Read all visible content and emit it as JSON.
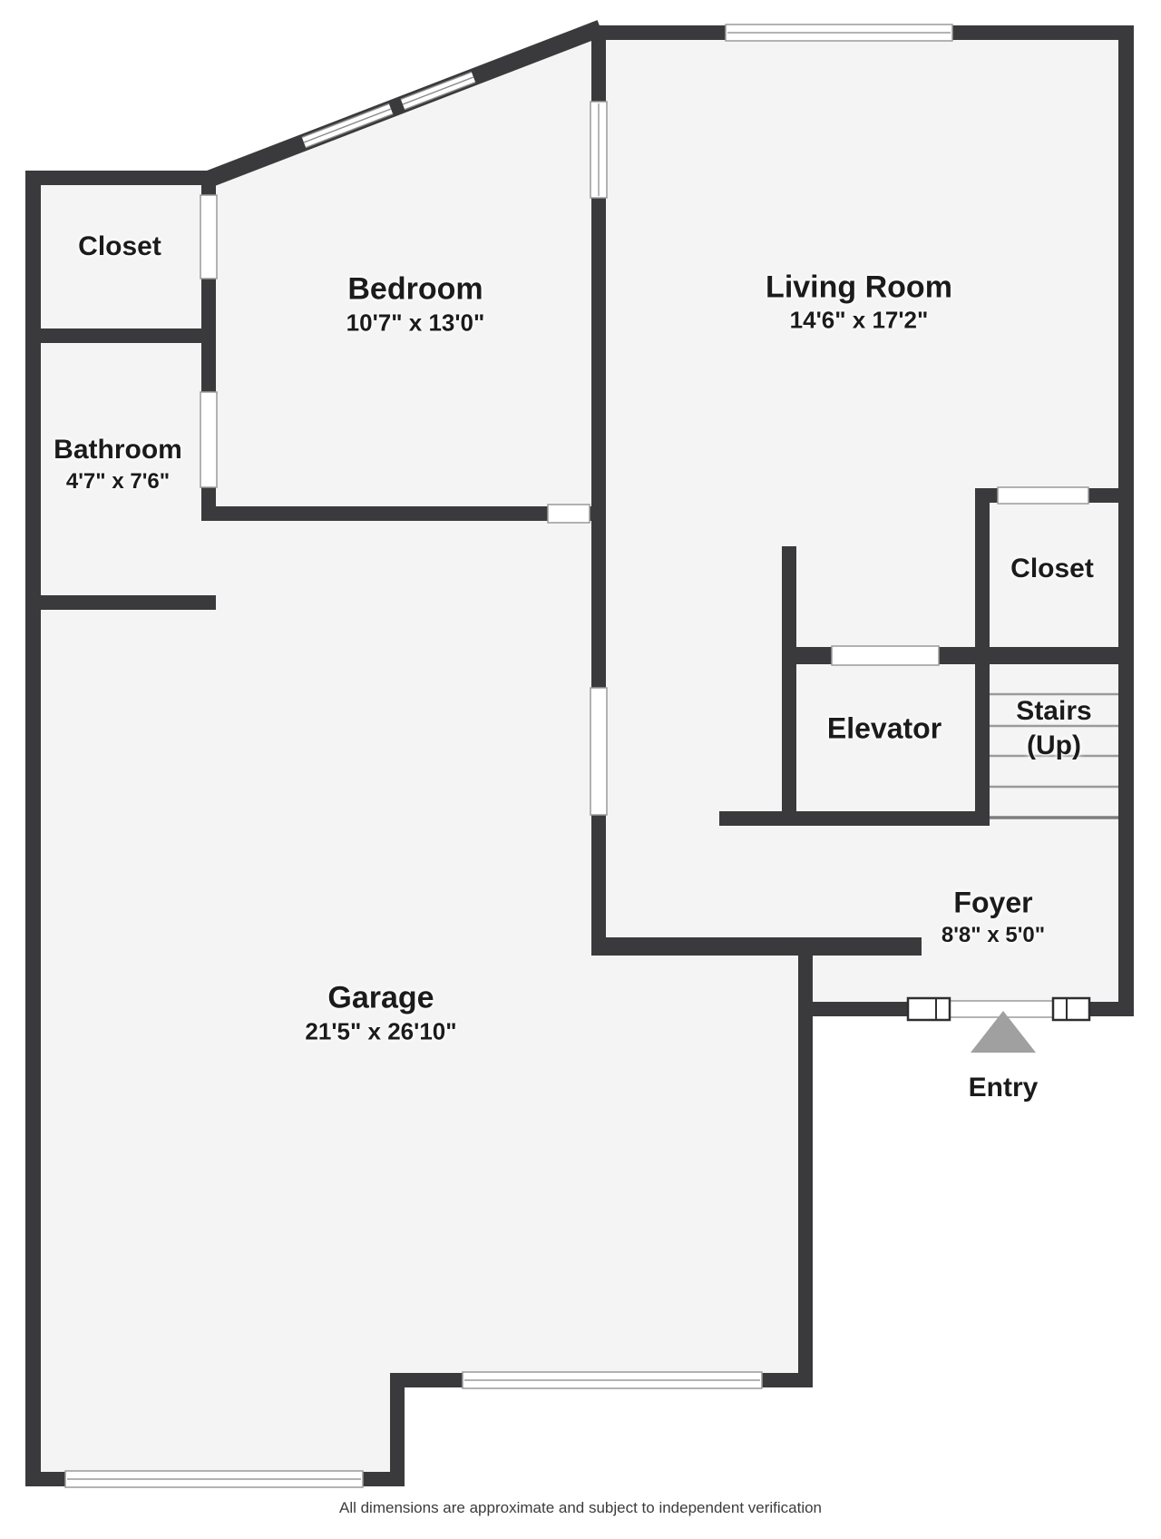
{
  "rooms": [
    {
      "id": "closet-upper",
      "name": "Closet",
      "dims": ""
    },
    {
      "id": "bedroom",
      "name": "Bedroom",
      "dims": "10'7\" x 13'0\""
    },
    {
      "id": "bathroom",
      "name": "Bathroom",
      "dims": "4'7\" x 7'6\""
    },
    {
      "id": "living-room",
      "name": "Living Room",
      "dims": "14'6\" x 17'2\""
    },
    {
      "id": "closet-entry",
      "name": "Closet",
      "dims": ""
    },
    {
      "id": "elevator",
      "name": "Elevator",
      "dims": ""
    },
    {
      "id": "stairs",
      "name": "Stairs",
      "dims": "(Up)"
    },
    {
      "id": "foyer",
      "name": "Foyer",
      "dims": "8'8\" x 5'0\""
    },
    {
      "id": "garage",
      "name": "Garage",
      "dims": "21'5\" x 26'10\""
    }
  ],
  "entry": {
    "label": "Entry"
  },
  "footer": "All dimensions are approximate and subject to independent verification",
  "colors": {
    "wall": "#3a3a3c",
    "floor": "#f4f4f4",
    "arrow": "#a0a0a0"
  }
}
